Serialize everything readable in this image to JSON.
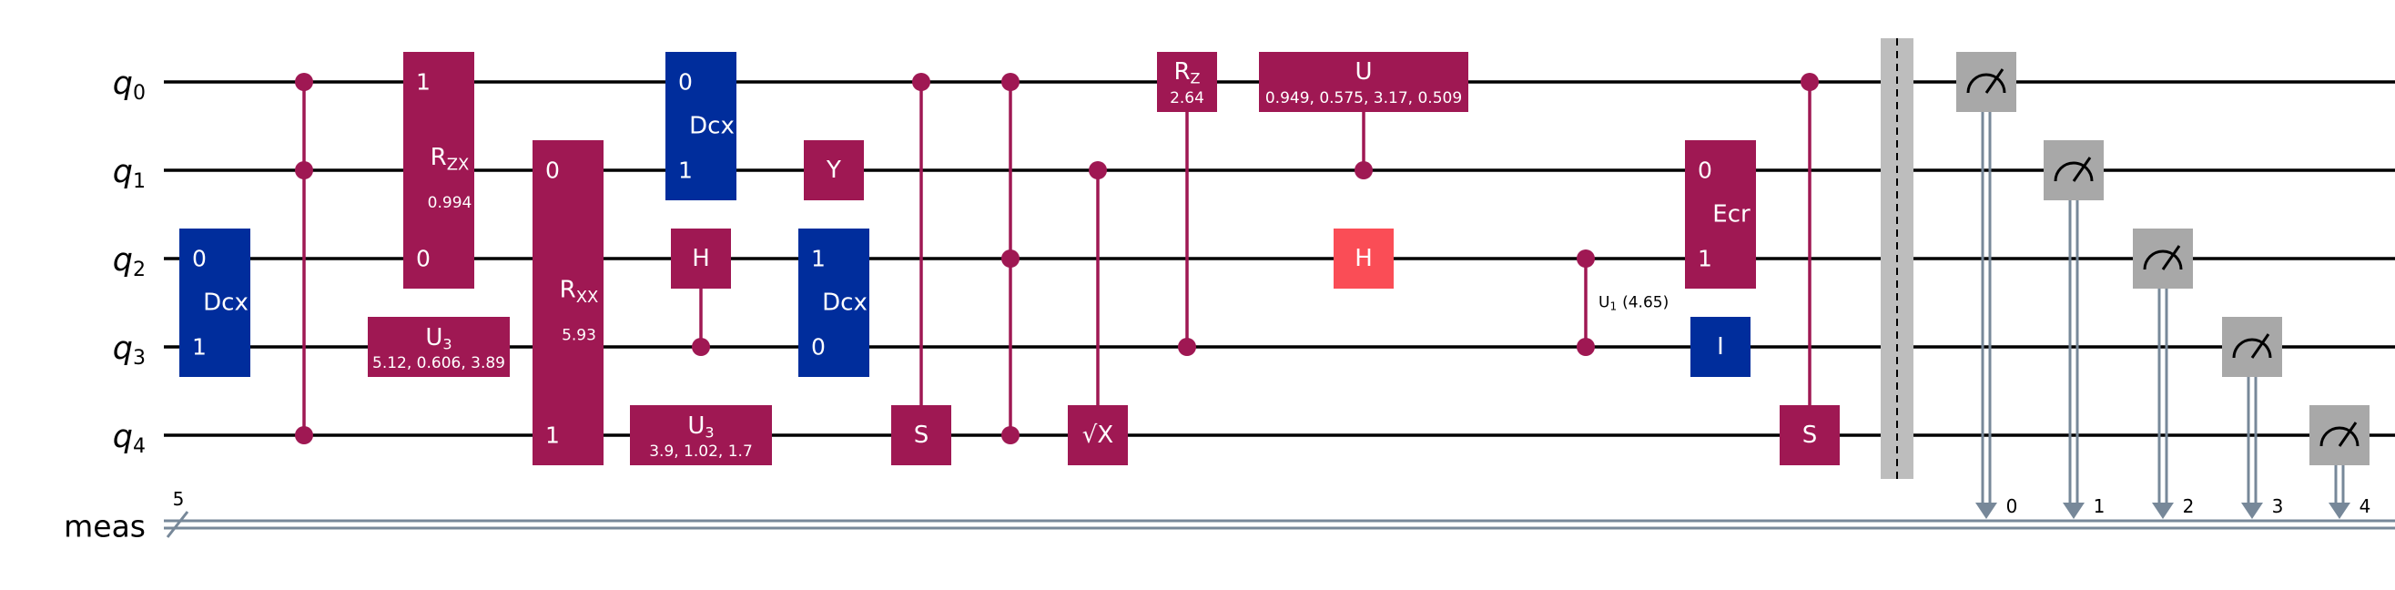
{
  "registers": {
    "qubits": [
      {
        "name": "q",
        "index": "0"
      },
      {
        "name": "q",
        "index": "1"
      },
      {
        "name": "q",
        "index": "2"
      },
      {
        "name": "q",
        "index": "3"
      },
      {
        "name": "q",
        "index": "4"
      }
    ],
    "classical": {
      "name": "meas",
      "size": "5"
    }
  },
  "gates": [
    {
      "type": "cz",
      "column": 1,
      "qubits": [
        0,
        1,
        4
      ]
    },
    {
      "type": "box",
      "column": 0,
      "qubits": [
        2,
        3
      ],
      "label": "Dcx",
      "ports": [
        "0",
        "1"
      ],
      "color": "#002D9C"
    },
    {
      "type": "box",
      "column": 2,
      "qubits": [
        0,
        2
      ],
      "label": "R",
      "label_sub": "ZX",
      "param": "0.994",
      "ports": [
        "1",
        "0"
      ],
      "color": "#9F1853"
    },
    {
      "type": "box",
      "column": 2,
      "qubits": [
        3
      ],
      "label": "U",
      "label_sub": "3",
      "param": "5.12, 0.606, 3.89",
      "wide": true,
      "color": "#9F1853"
    },
    {
      "type": "box",
      "column": 3,
      "qubits": [
        1,
        4
      ],
      "label": "R",
      "label_sub": "XX",
      "param": "5.93",
      "ports": [
        "0",
        "1"
      ],
      "color": "#9F1853"
    },
    {
      "type": "box",
      "column": 4,
      "qubits": [
        0,
        1
      ],
      "label": "Dcx",
      "ports": [
        "0",
        "1"
      ],
      "color": "#002D9C"
    },
    {
      "type": "controlled",
      "column": 4,
      "control": 3,
      "target": 2,
      "label": "H",
      "color": "#9F1853"
    },
    {
      "type": "box",
      "column": 4,
      "qubits": [
        4
      ],
      "label": "U",
      "label_sub": "3",
      "param": "3.9, 1.02, 1.7",
      "wide": true,
      "color": "#9F1853"
    },
    {
      "type": "box",
      "column": 5,
      "qubits": [
        1
      ],
      "label": "Y",
      "color": "#9F1853"
    },
    {
      "type": "box",
      "column": 5,
      "qubits": [
        2,
        3
      ],
      "label": "Dcx",
      "ports": [
        "1",
        "0"
      ],
      "color": "#002D9C"
    },
    {
      "type": "controlled",
      "column": 6,
      "control": 0,
      "target": 4,
      "label": "S",
      "color": "#9F1853"
    },
    {
      "type": "cz",
      "column": 7,
      "qubits": [
        0,
        2,
        4
      ]
    },
    {
      "type": "controlled",
      "column": 8,
      "control": 1,
      "target": 4,
      "label": "√X",
      "color": "#9F1853"
    },
    {
      "type": "controlled",
      "column": 9,
      "control": 3,
      "target": 0,
      "label": "R",
      "label_sub": "Z",
      "param": "2.64",
      "color": "#9F1853"
    },
    {
      "type": "controlled",
      "column": 10,
      "control": 1,
      "target": 0,
      "label": "U",
      "param": "0.949, 0.575, 3.17, 0.509",
      "wide": true,
      "color": "#9F1853"
    },
    {
      "type": "box",
      "column": 10,
      "qubits": [
        2
      ],
      "label": "H",
      "color": "#FA4D56"
    },
    {
      "type": "cphase",
      "column": 11,
      "qubits": [
        2,
        3
      ],
      "label": "U",
      "label_sub": "1",
      "param": "(4.65)"
    },
    {
      "type": "box",
      "column": 12,
      "qubits": [
        1,
        2
      ],
      "label": "Ecr",
      "ports": [
        "0",
        "1"
      ],
      "color": "#9F1853"
    },
    {
      "type": "box",
      "column": 12,
      "qubits": [
        3
      ],
      "label": "I",
      "color": "#002D9C"
    },
    {
      "type": "controlled",
      "column": 13,
      "control": 0,
      "target": 4,
      "label": "S",
      "color": "#9F1853"
    },
    {
      "type": "barrier",
      "column": 14
    },
    {
      "type": "measure",
      "column": 15,
      "qubit": 0,
      "cbit": "0"
    },
    {
      "type": "measure",
      "column": 16,
      "qubit": 1,
      "cbit": "1"
    },
    {
      "type": "measure",
      "column": 17,
      "qubit": 2,
      "cbit": "2"
    },
    {
      "type": "measure",
      "column": 18,
      "qubit": 3,
      "cbit": "3"
    },
    {
      "type": "measure",
      "column": 19,
      "qubit": 4,
      "cbit": "4"
    }
  ],
  "colors": {
    "wire": "#000000",
    "classical_wire": "#778899",
    "control": "#9F1853",
    "barrier": "#BDBDBD",
    "measure": "#A8A8A8"
  }
}
